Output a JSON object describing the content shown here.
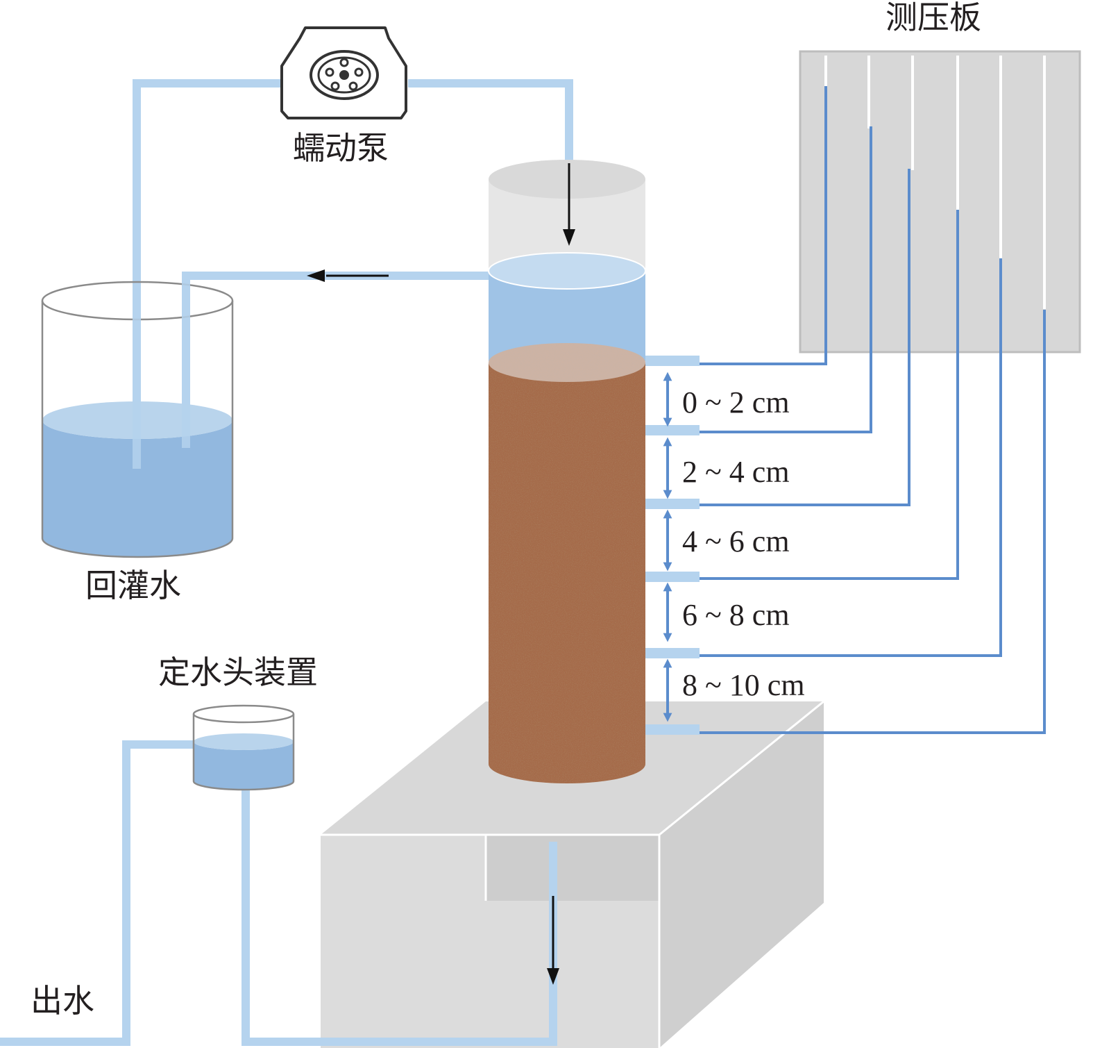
{
  "labels": {
    "pump": "蠕动泵",
    "piezometer_board": "测压板",
    "recharge_water": "回灌水",
    "constant_head_device": "定水头装置",
    "outflow": "出水"
  },
  "depth_intervals": [
    "0 ~ 2 cm",
    "2 ~ 4 cm",
    "4 ~ 6 cm",
    "6 ~ 8 cm",
    "8 ~ 10 cm"
  ],
  "colors": {
    "water": "#92b8df",
    "pipe": "#b5d3ee",
    "piezometer_line": "#5b8ccc",
    "soil": "#a46a4a",
    "board": "#d7d7d7",
    "stand": "#d6d6d6",
    "arrow_dark": "#111111"
  },
  "icons": [
    "pump-icon",
    "down-arrow-icon",
    "left-arrow-icon",
    "double-arrow-icon"
  ]
}
